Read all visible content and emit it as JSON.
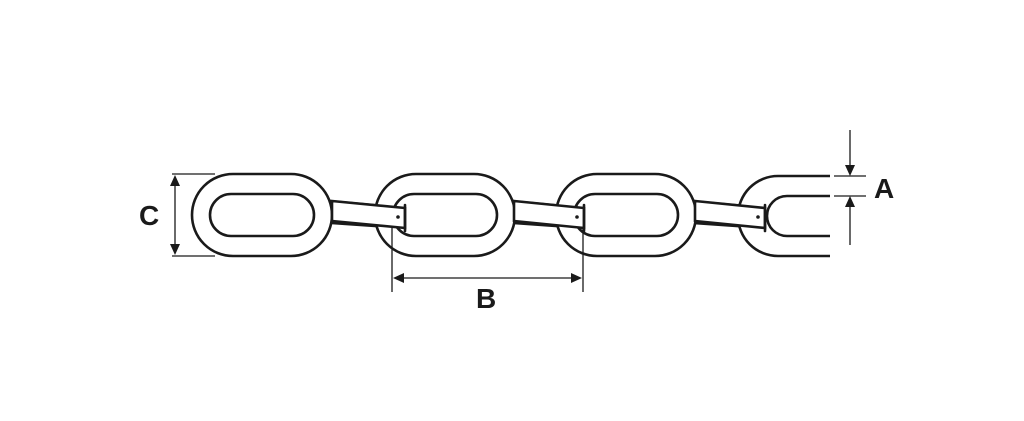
{
  "figure": {
    "type": "chain-link-dimension-diagram",
    "labels": {
      "thickness": "A",
      "pitch": "B",
      "width": "C"
    },
    "colors": {
      "line": "#1a1a1a",
      "background": "#ffffff"
    }
  }
}
